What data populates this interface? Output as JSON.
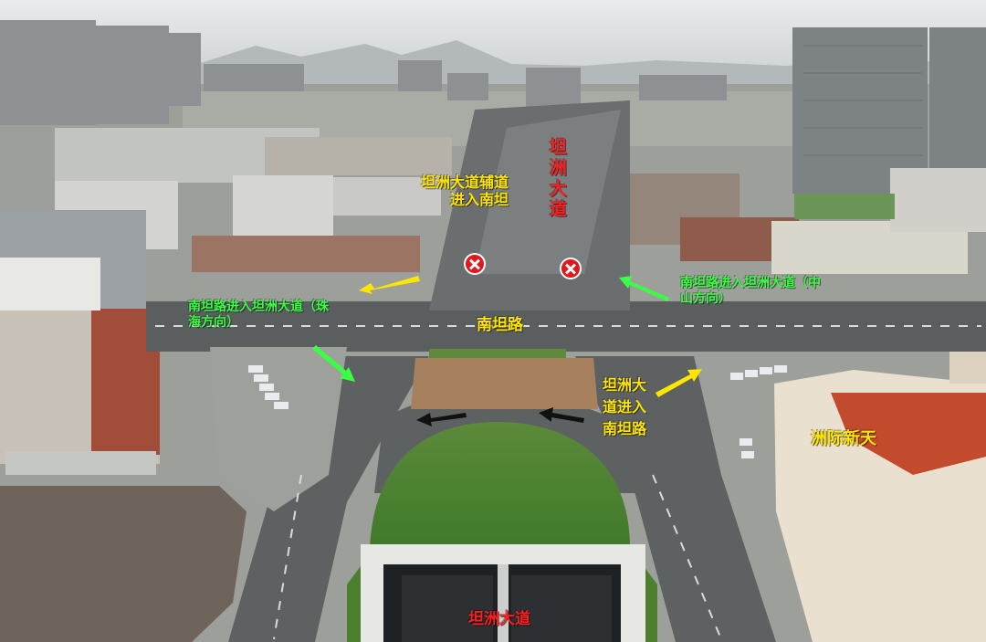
{
  "road_labels": {
    "tanzhou_avenue_top": "坦洲大道",
    "side_road_to_nantan": "坦洲大道辅道进入南坦",
    "nantan_to_tanzhou_left": "南坦路进入坦洲大道（珠海方向）",
    "nantan_to_tanzhou_right": "南坦路进入坦洲大道（中山方向）",
    "nantan_road": "南坦路",
    "tanzhou_side_into_nantan": "坦洲大道进入南坦路",
    "jiji_xintian": "洲际新天",
    "tanzhou_avenue_tunnel": "坦洲大道"
  },
  "markers": {
    "no_entry": [
      "no-entry-sign",
      "no-entry-sign"
    ]
  },
  "arrows": [
    {
      "name": "yellow-arrow-left-up",
      "color": "#ffe600"
    },
    {
      "name": "green-arrow-left-right",
      "color": "#3bff45"
    },
    {
      "name": "green-arrow-down-left",
      "color": "#3bff45"
    },
    {
      "name": "yellow-arrow-up-right",
      "color": "#ffe600"
    },
    {
      "name": "black-arrow-left",
      "color": "#111111"
    },
    {
      "name": "black-arrow-right",
      "color": "#111111"
    }
  ],
  "colors": {
    "label_yellow": "#ffe600",
    "label_green": "#3bff45",
    "label_red": "#ff1e1e",
    "no_entry_red": "#e3161b"
  }
}
